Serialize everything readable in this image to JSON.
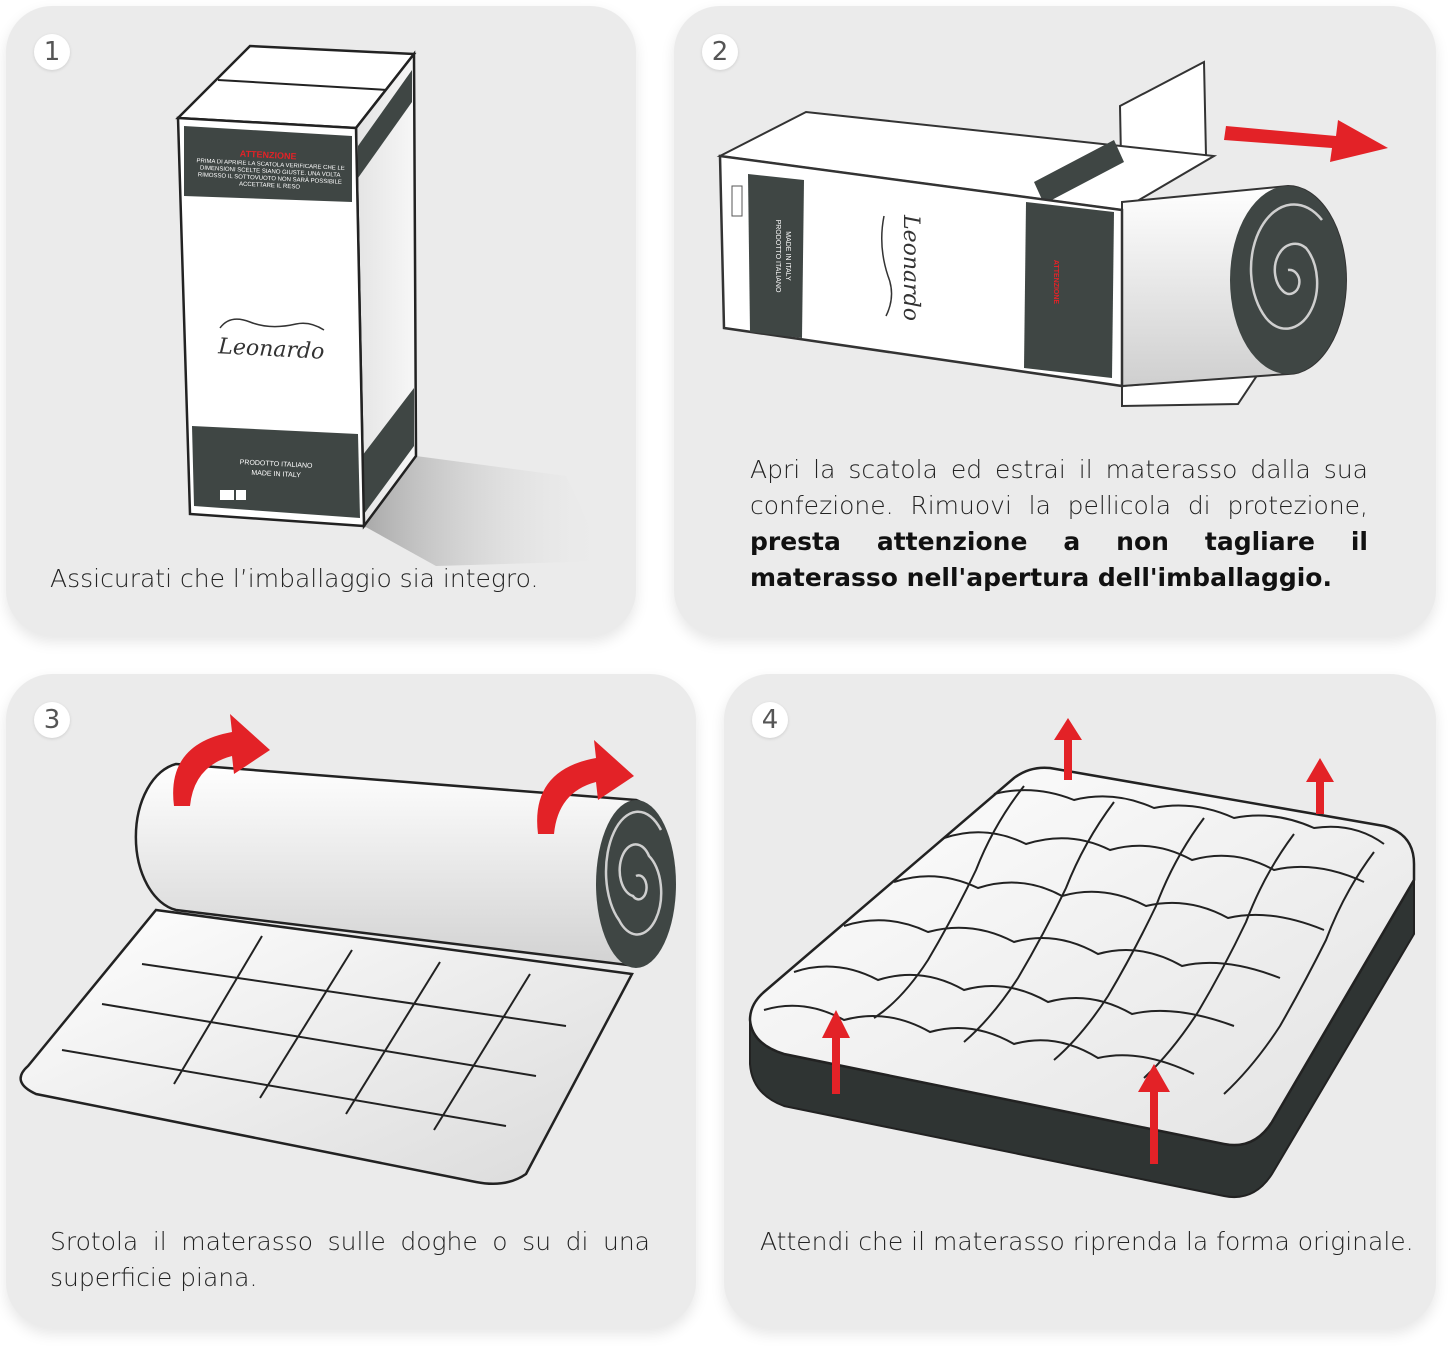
{
  "steps": [
    {
      "number": "1",
      "caption": "Assicurati che l’imballaggio sia integro."
    },
    {
      "number": "2",
      "caption_regular": "Apri la scatola ed estrai il materasso dalla sua confezione. Rimuovi la pellicola di protezione,",
      "caption_bold": "presta attenzione a non tagliare il materasso nell'apertura dell'imballaggio."
    },
    {
      "number": "3",
      "caption": "Srotola il materasso sulle doghe o su di una superficie piana."
    },
    {
      "number": "4",
      "caption": "Attendi che il materasso riprenda la forma originale."
    }
  ],
  "box_label": {
    "warning_title": "ATTENZIONE",
    "warning_text": "PRIMA DI APRIRE LA SCATOLA VERIFICARE CHE LE DIMENSIONI SCELTE SIANO GIUSTE. UNA VOLTA RIMOSSO IL SOTTOVUOTO NON SARÀ POSSIBILE ACCETTARE IL RESO",
    "origin_line1": "PRODOTTO ITALIANO",
    "origin_line2": "MADE IN ITALY"
  },
  "brand": "Leonardo",
  "colors": {
    "card_bg": "#ebebeb",
    "accent_red": "#e32227",
    "box_band": "#3f4644",
    "text": "#222222"
  },
  "icons": [
    "arrow-right-icon",
    "curved-arrow-icon",
    "arrow-up-icon",
    "qr-code-icon"
  ]
}
